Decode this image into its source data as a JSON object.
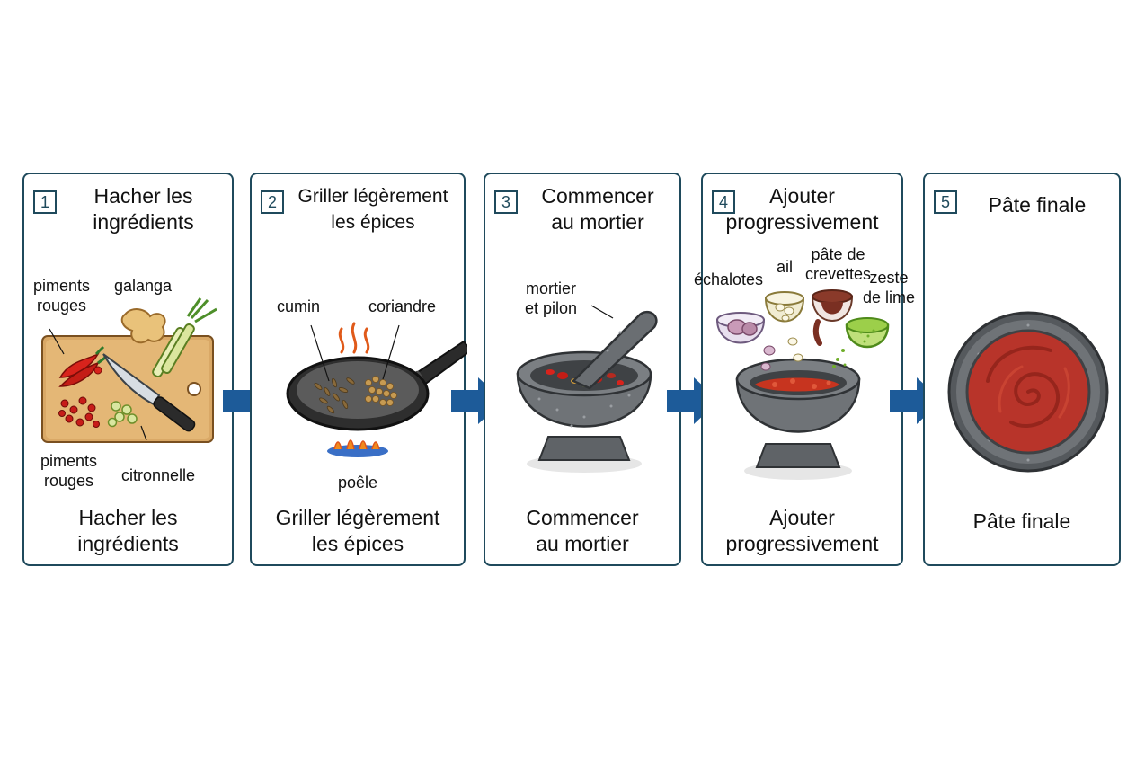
{
  "steps": [
    {
      "number": "1",
      "title": [
        "Hacher les",
        "ingrédients"
      ],
      "caption": [
        "Hacher les",
        "ingrédients"
      ],
      "labels": {
        "piments_top": [
          "piments",
          "rouges"
        ],
        "galanga": "galanga",
        "piments_bottom": [
          "piments",
          "rouges"
        ],
        "citronnelle": "citronnelle"
      }
    },
    {
      "number": "2",
      "title": [
        "Griller légèrement",
        "les épices"
      ],
      "caption": [
        "Griller légèrement",
        "les épices"
      ],
      "labels": {
        "cumin": "cumin",
        "coriandre": "coriandre",
        "poele": "poêle"
      }
    },
    {
      "number": "3",
      "title": [
        "Commencer",
        "au mortier"
      ],
      "caption": [
        "Commencer",
        "au mortier"
      ],
      "labels": {
        "mortier": [
          "mortier",
          "et pilon"
        ]
      }
    },
    {
      "number": "4",
      "title": [
        "Ajouter",
        "progressivement"
      ],
      "caption": [
        "Ajouter",
        "progressivement"
      ],
      "labels": {
        "echalotes": "échalotes",
        "ail": "ail",
        "pate_crevettes": [
          "pâte de",
          "crevettes"
        ],
        "zeste": [
          "zeste",
          "de lime"
        ]
      }
    },
    {
      "number": "5",
      "title": [
        "Pâte finale"
      ],
      "caption": [
        "Pâte finale"
      ],
      "labels": {}
    }
  ],
  "colors": {
    "border": "#1f4a5c",
    "arrow": "#1d5b99",
    "paste": "#b8342a",
    "granite": "#6f7377"
  }
}
